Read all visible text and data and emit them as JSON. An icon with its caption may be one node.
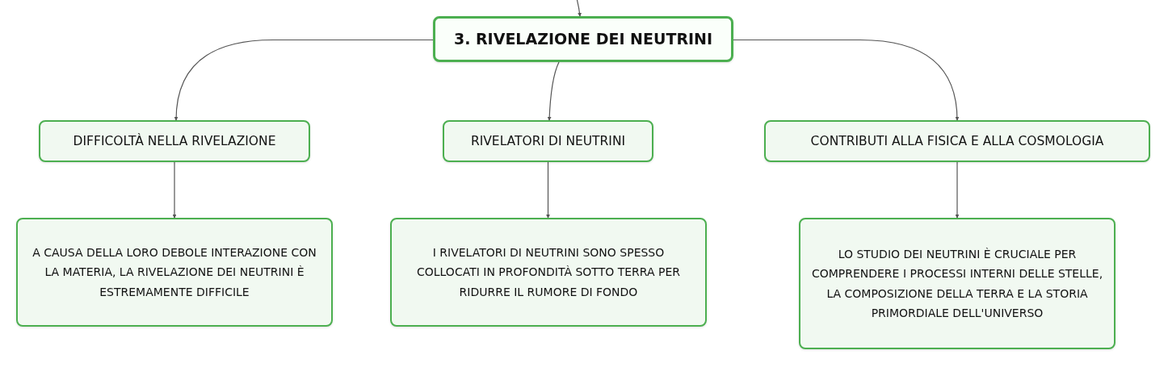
{
  "diagram": {
    "nodes": [
      {
        "text": [
          "3. RIVELAZIONE DEI NEUTRINI"
        ]
      },
      {
        "text": [
          "DIFFICOLTÀ NELLA RIVELAZIONE"
        ]
      },
      {
        "text": [
          "RIVELATORI DI NEUTRINI"
        ]
      },
      {
        "text": [
          "CONTRIBUTI ALLA FISICA E ALLA COSMOLOGIA"
        ]
      },
      {
        "text": [
          "A CAUSA DELLA LORO DEBOLE INTERAZIONE CON LA MATERIA, LA RIVELAZIONE DEI NEUTRINI È ESTREMAMENTE DIFFICILE"
        ]
      },
      {
        "text": [
          "I RIVELATORI DI NEUTRINI SONO SPESSO COLLOCATI IN PROFONDITÀ SOTTO TERRA PER RIDURRE IL RUMORE DI FONDO"
        ]
      },
      {
        "text": [
          "LO STUDIO DEI NEUTRINI È CRUCIALE PER COMPRENDERE I PROCESSI INTERNI DELLE STELLE, LA COMPOSIZIONE DELLA TERRA E LA STORIA PRIMORDIALE DELL'UNIVERSO"
        ]
      }
    ],
    "edges": [
      {
        "from": null,
        "to": 0,
        "arrow": "to"
      },
      {
        "from": 0,
        "to": 1,
        "arrow": "to"
      },
      {
        "from": 0,
        "to": 2,
        "arrow": "to"
      },
      {
        "from": 0,
        "to": 3,
        "arrow": "to"
      },
      {
        "from": 1,
        "to": 4,
        "arrow": "to"
      },
      {
        "from": 2,
        "to": 5,
        "arrow": "to"
      },
      {
        "from": 3,
        "to": 6,
        "arrow": "to"
      }
    ]
  }
}
